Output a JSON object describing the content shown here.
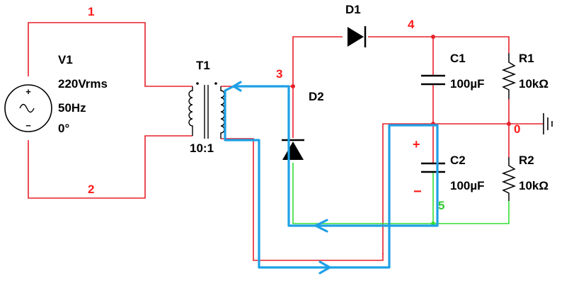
{
  "source": {
    "ref": "V1",
    "voltage": "220Vrms",
    "frequency": "50Hz",
    "phase": "0°",
    "plus": "+",
    "minus": "−"
  },
  "transformer": {
    "ref": "T1",
    "ratio": "10:1"
  },
  "diodes": {
    "d1": "D1",
    "d2": "D2"
  },
  "capacitors": {
    "c1": {
      "ref": "C1",
      "value": "100µF"
    },
    "c2": {
      "ref": "C2",
      "value": "100µF",
      "plus": "+",
      "minus": "−"
    }
  },
  "resistors": {
    "r1": {
      "ref": "R1",
      "value": "10kΩ"
    },
    "r2": {
      "ref": "R2",
      "value": "10kΩ"
    }
  },
  "nodes": {
    "n1": "1",
    "n2": "2",
    "n3": "3",
    "n4": "4",
    "n0": "0",
    "n5": "5"
  },
  "colors": {
    "wire": "#e8202a",
    "wire_node5": "#33dd33",
    "current_path": "#1ea0e6",
    "component": "#000000",
    "node_label": "#ff1a1a",
    "node5_label": "#33cc33"
  }
}
